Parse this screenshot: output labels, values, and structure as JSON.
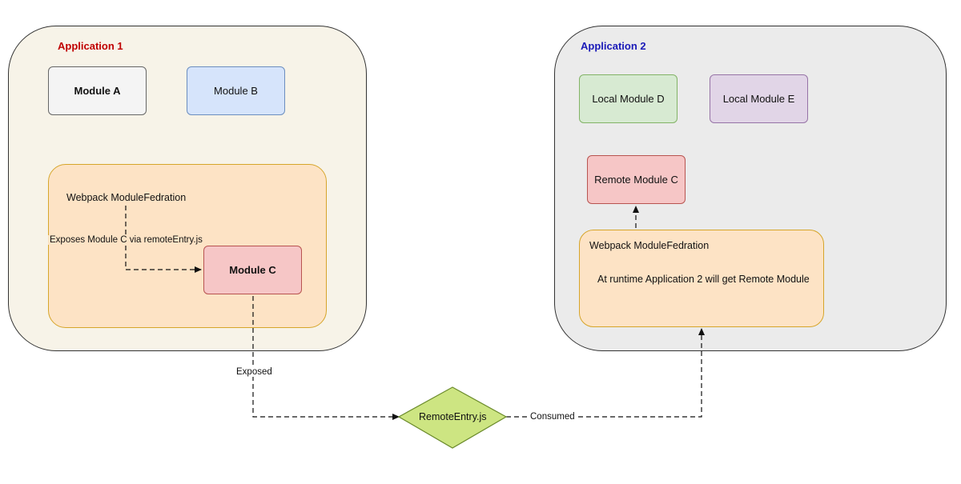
{
  "colors": {
    "app1_fill": "#f7f3e8",
    "app2_fill": "#ebebeb",
    "app1_title": "#c00000",
    "app2_title": "#1a1ab8",
    "federation_fill": "#fde3c5",
    "federation_border": "#d6a52a",
    "module_a_fill": "#f4f4f4",
    "module_b_fill": "#d6e4fb",
    "module_c_fill": "#f6c6c6",
    "module_c_border": "#b85450",
    "local_d_fill": "#d7ead2",
    "local_d_border": "#82b366",
    "local_e_fill": "#e1d5e7",
    "local_e_border": "#9673a6",
    "remote_entry_fill": "#cde582",
    "remote_entry_border": "#6a8a2a"
  },
  "app1": {
    "title": "Application 1",
    "module_a": "Module A",
    "module_b": "Module B",
    "federation_label": "Webpack ModuleFedration",
    "exposes_label": "Exposes Module C via remoteEntry.js",
    "module_c": "Module C"
  },
  "app2": {
    "title": "Application 2",
    "local_d": "Local Module D",
    "local_e": "Local Module E",
    "remote_c": "Remote Module C",
    "federation_label": "Webpack ModuleFedration",
    "runtime_label": "At runtime Application 2 will get Remote Module"
  },
  "remote_entry": "RemoteEntry.js",
  "edges": {
    "exposed": "Exposed",
    "consumed": "Consumed"
  }
}
